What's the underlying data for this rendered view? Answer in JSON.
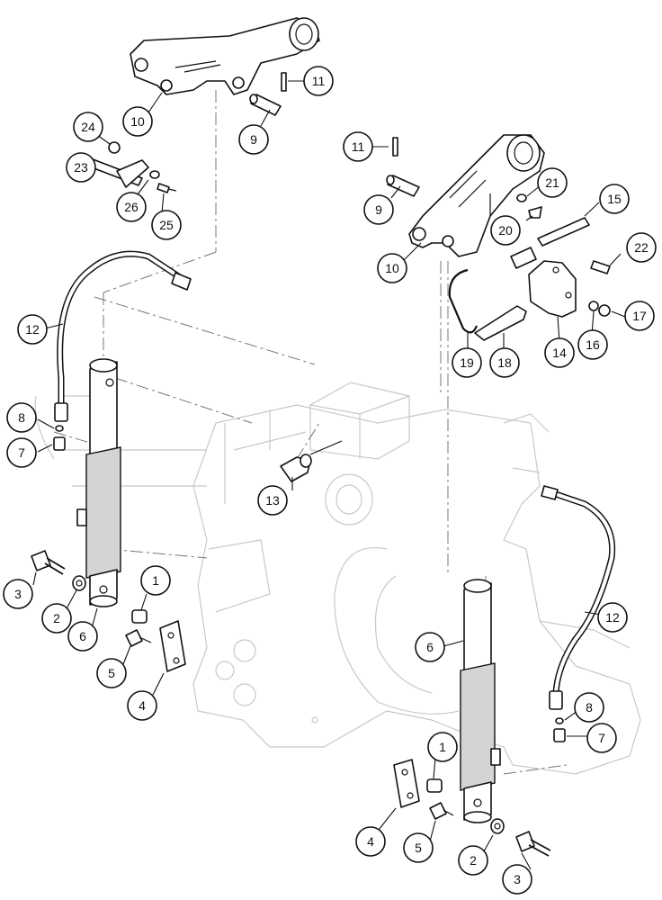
{
  "callouts": [
    {
      "id": "c1a",
      "label": "1"
    },
    {
      "id": "c1b",
      "label": "1"
    },
    {
      "id": "c2a",
      "label": "2"
    },
    {
      "id": "c2b",
      "label": "2"
    },
    {
      "id": "c3a",
      "label": "3"
    },
    {
      "id": "c3b",
      "label": "3"
    },
    {
      "id": "c4a",
      "label": "4"
    },
    {
      "id": "c4b",
      "label": "4"
    },
    {
      "id": "c5a",
      "label": "5"
    },
    {
      "id": "c5b",
      "label": "5"
    },
    {
      "id": "c6a",
      "label": "6"
    },
    {
      "id": "c6b",
      "label": "6"
    },
    {
      "id": "c7a",
      "label": "7"
    },
    {
      "id": "c7b",
      "label": "7"
    },
    {
      "id": "c8a",
      "label": "8"
    },
    {
      "id": "c8b",
      "label": "8"
    },
    {
      "id": "c9a",
      "label": "9"
    },
    {
      "id": "c9b",
      "label": "9"
    },
    {
      "id": "c10a",
      "label": "10"
    },
    {
      "id": "c10b",
      "label": "10"
    },
    {
      "id": "c11a",
      "label": "11"
    },
    {
      "id": "c11b",
      "label": "11"
    },
    {
      "id": "c12a",
      "label": "12"
    },
    {
      "id": "c12b",
      "label": "12"
    },
    {
      "id": "c13",
      "label": "13"
    },
    {
      "id": "c14",
      "label": "14"
    },
    {
      "id": "c15",
      "label": "15"
    },
    {
      "id": "c16",
      "label": "16"
    },
    {
      "id": "c17",
      "label": "17"
    },
    {
      "id": "c18",
      "label": "18"
    },
    {
      "id": "c19",
      "label": "19"
    },
    {
      "id": "c20",
      "label": "20"
    },
    {
      "id": "c21",
      "label": "21"
    },
    {
      "id": "c22",
      "label": "22"
    },
    {
      "id": "c23",
      "label": "23"
    },
    {
      "id": "c24",
      "label": "24"
    },
    {
      "id": "c25",
      "label": "25"
    },
    {
      "id": "c26",
      "label": "26"
    }
  ]
}
